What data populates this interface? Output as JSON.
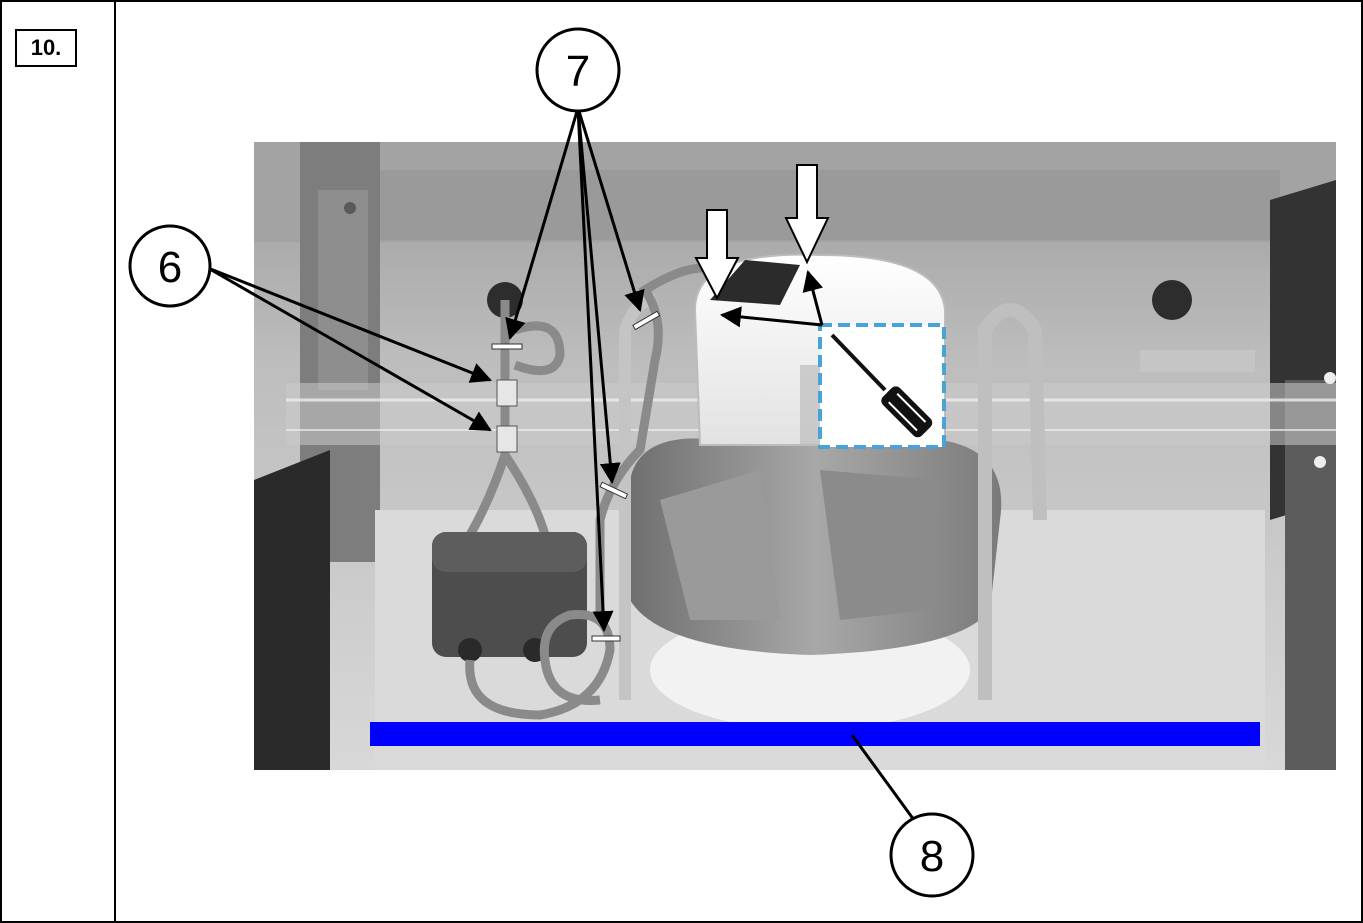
{
  "step": {
    "number": "10."
  },
  "callouts": [
    {
      "id": "6",
      "label": "6"
    },
    {
      "id": "7",
      "label": "7"
    },
    {
      "id": "8",
      "label": "8"
    }
  ],
  "colors": {
    "rail": "#0000ff",
    "highlight_box": "#4aa3d6",
    "housing_gray": "#8a8a8a",
    "background_panel": "#cfcfcf"
  }
}
